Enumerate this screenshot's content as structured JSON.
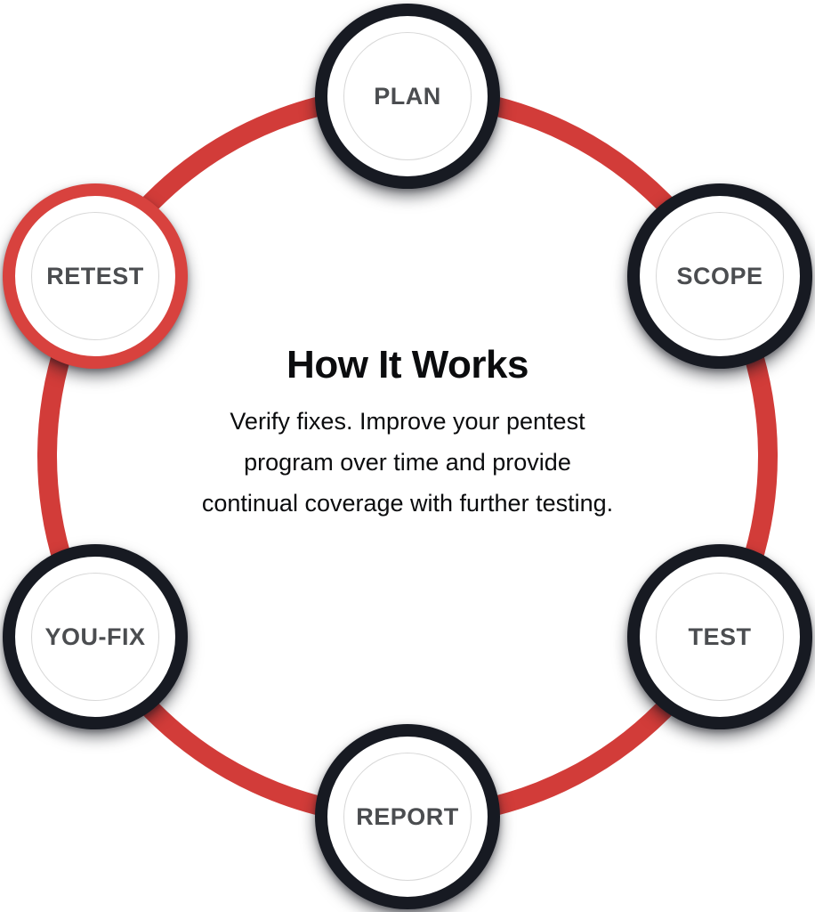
{
  "diagram": {
    "title": "How It Works",
    "description": "Verify fixes. Improve your pentest program over time and provide continual coverage with further testing.",
    "description_lines": [
      "Verify fixes. Improve your pentest",
      "program over time and provide",
      "continual coverage with further testing."
    ],
    "nodes": [
      {
        "label": "PLAN",
        "position": "top",
        "highlighted": false
      },
      {
        "label": "SCOPE",
        "position": "upper-right",
        "highlighted": false
      },
      {
        "label": "TEST",
        "position": "lower-right",
        "highlighted": false
      },
      {
        "label": "REPORT",
        "position": "bottom",
        "highlighted": false
      },
      {
        "label": "YOU-FIX",
        "position": "lower-left",
        "highlighted": false
      },
      {
        "label": "RETEST",
        "position": "upper-left",
        "highlighted": true
      }
    ],
    "colors": {
      "ring_red": "#d23c39",
      "node_ring_dark": "#171a22",
      "highlight_ring_red": "#d8423e",
      "node_fill": "#ffffff",
      "inner_ring_gray": "#d8d8d8",
      "label_gray": "#4b4d50",
      "text_black": "#0b0c0e",
      "background": "#ffffff"
    }
  }
}
